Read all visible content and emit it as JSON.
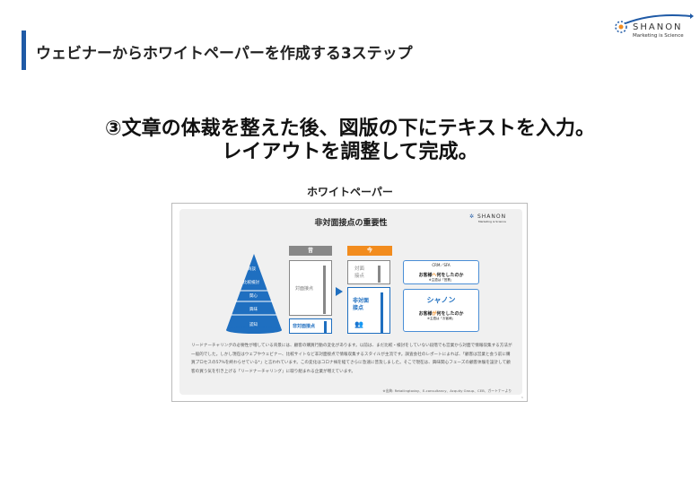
{
  "slide": {
    "title": "ウェビナーからホワイトペーパーを作成する3ステップ",
    "headline": [
      "③文章の体裁を整えた後、図版の下にテキストを入力。",
      "レイアウトを調整して完成。"
    ],
    "label": "ホワイトペーパー",
    "logo": {
      "name": "SHANON",
      "tagline": "Marketing is Science"
    },
    "accent_color": "#1f5aa6"
  },
  "whitepaper": {
    "title": "非対面接点の重要性",
    "logo": {
      "name": "SHANON",
      "tagline": "Marketing is Science"
    },
    "pyramid": [
      "商談",
      "比較検討",
      "関心",
      "興味",
      "認知"
    ],
    "past": {
      "header": "昔",
      "face": "対面接点",
      "nonface": "非対面接点",
      "color": "#888888"
    },
    "now": {
      "header": "今",
      "face": "対面接点",
      "nonface": "非対面接点",
      "color": "#f28c1e"
    },
    "crm": {
      "title": "CRM／SFA",
      "text_a": "お客様",
      "particle": "へ",
      "text_b": "何をしたのか",
      "note": "※主語は「営業」"
    },
    "shanon": {
      "title": "シャノン",
      "text_a": "お客様",
      "particle": "が",
      "text_b": "何をしたのか",
      "note": "※主語は「お客様」"
    },
    "body": "リードナーチャリングの必要性が増している背景には、顧客の購買行動の変化があります。以前は、まだ比較・検討をしていない段階でも営業から対面で情報収集する方法が一般的でした。しかし現在はウェブやウェビナー、比較サイトなど非対面接点で情報収集するスタイルが主流です。調査会社のレポートによれば、「顧客は営業と会う前に購買プロセスの57%を終わらせている*」と言われています。この変化はコロナ禍を経てさらに急速に普及しました。そこで現在は、興味関心フェーズの顧客体験を設計して顧客の買う気を引き上げる「リードナーチャリング」に取り組まれる企業が増えています。",
    "source": "※出典: Retailingtoday、E-consultancy、Acquity Group、CEB、ガートナーより",
    "page": "1"
  }
}
